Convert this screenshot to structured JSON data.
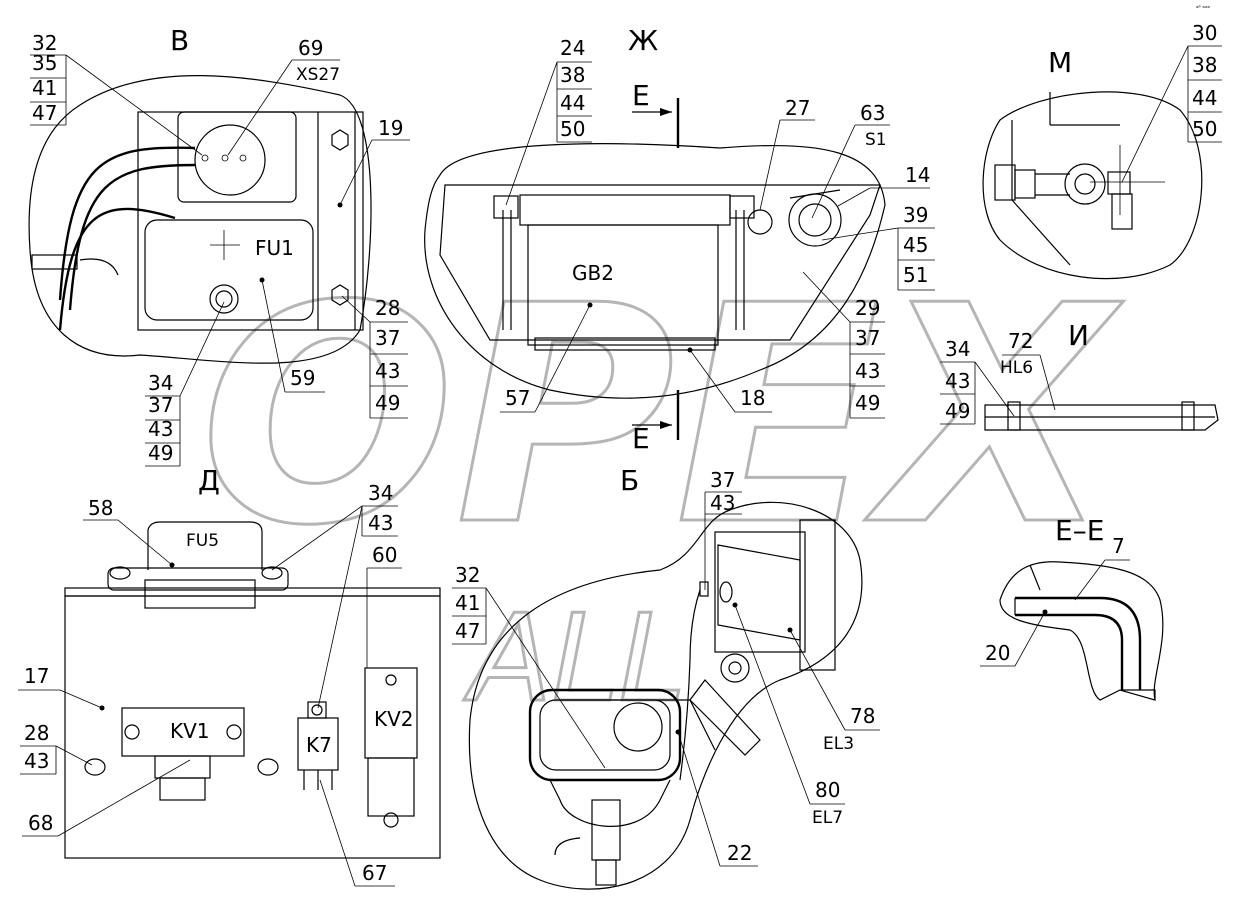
{
  "views": {
    "v": "В",
    "zh": "Ж",
    "m": "М",
    "i": "И",
    "d": "Д",
    "b": "Б",
    "ee": "Е–Е",
    "e_top": "Е",
    "e_bottom": "Е"
  },
  "components": {
    "fu1": "FU1",
    "fu5": "FU5",
    "gb2": "GB2",
    "s1": "S1",
    "xs27": "XS27",
    "hl6": "HL6",
    "kv1": "KV1",
    "kv2": "KV2",
    "k7": "K7",
    "el3": "EL3",
    "el7": "EL7"
  },
  "callouts": {
    "v_stack_left": [
      "32",
      "35",
      "41",
      "47"
    ],
    "n69": "69",
    "n19": "19",
    "n28_stack": [
      "28",
      "37",
      "43",
      "49"
    ],
    "n59": "59",
    "n34_stack": [
      "34",
      "37",
      "43",
      "49"
    ],
    "zh_stack": [
      "24",
      "38",
      "44",
      "50"
    ],
    "n27": "27",
    "n63": "63",
    "n14": "14",
    "n39_stack": [
      "39",
      "45",
      "51"
    ],
    "n29_stack": [
      "29",
      "37",
      "43",
      "49"
    ],
    "n57": "57",
    "n18": "18",
    "m_stack": [
      "30",
      "38",
      "44",
      "50"
    ],
    "i_stack": [
      "34",
      "43",
      "49"
    ],
    "n72": "72",
    "n7": "7",
    "n20": "20",
    "n58": "58",
    "d_stack": [
      "34",
      "43"
    ],
    "n60": "60",
    "n17": "17",
    "n28_43": [
      "28",
      "43"
    ],
    "n68": "68",
    "n67": "67",
    "b_top": [
      "37",
      "43"
    ],
    "b_left": [
      "32",
      "41",
      "47"
    ],
    "n78": "78",
    "n80": "80",
    "n22": "22"
  },
  "watermark": {
    "main": "OPEX",
    "sub": "ALL"
  },
  "corner_mark": "ᵃᴾ ᵇᵃᵇ"
}
